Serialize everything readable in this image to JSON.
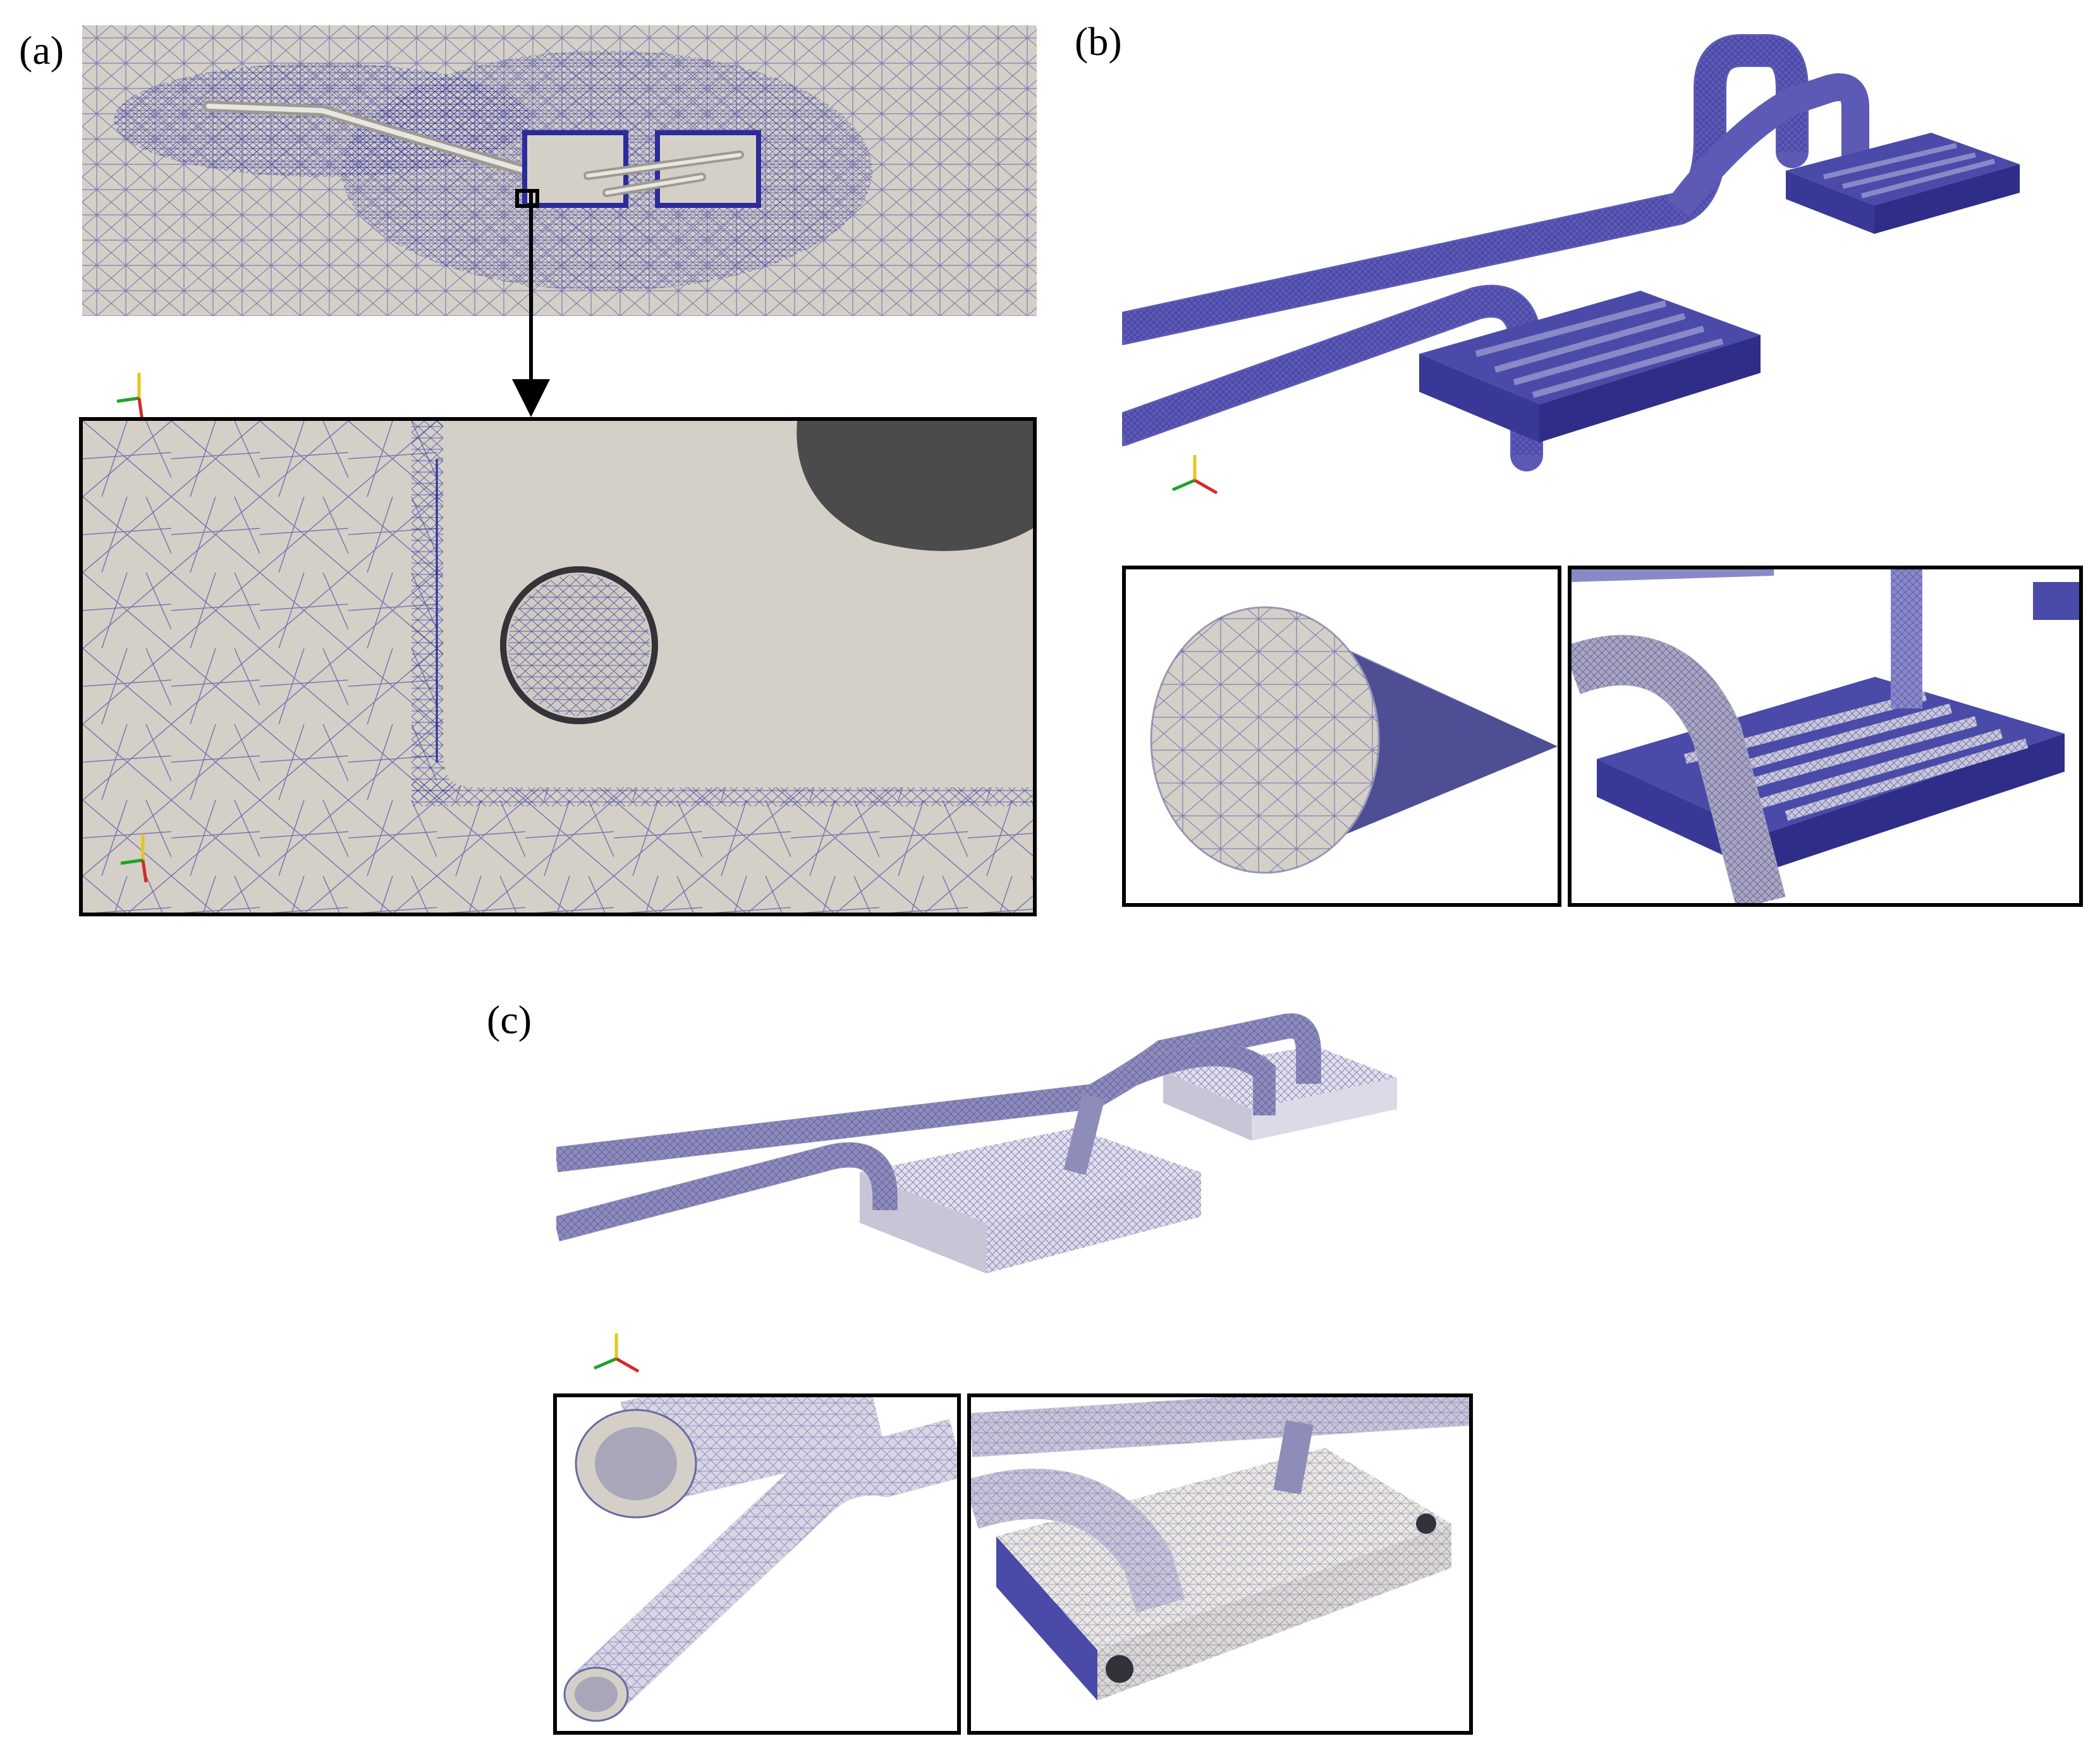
{
  "figure": {
    "panels": [
      {
        "id": "a",
        "label": "(a)"
      },
      {
        "id": "b",
        "label": "(b)"
      },
      {
        "id": "c",
        "label": "(c)"
      }
    ],
    "colors": {
      "mesh_line": "#3b3a9c",
      "surface": "#d4d0c8",
      "solid_blue": "#4a4aa8",
      "tube_light": "#c8c6d6",
      "shadow": "#4b4b4b",
      "axis_x": "#d62a2a",
      "axis_y": "#e6c619",
      "axis_z": "#22a12a"
    },
    "icons": [
      "axes-triad-icon",
      "arrow-down-icon"
    ]
  }
}
